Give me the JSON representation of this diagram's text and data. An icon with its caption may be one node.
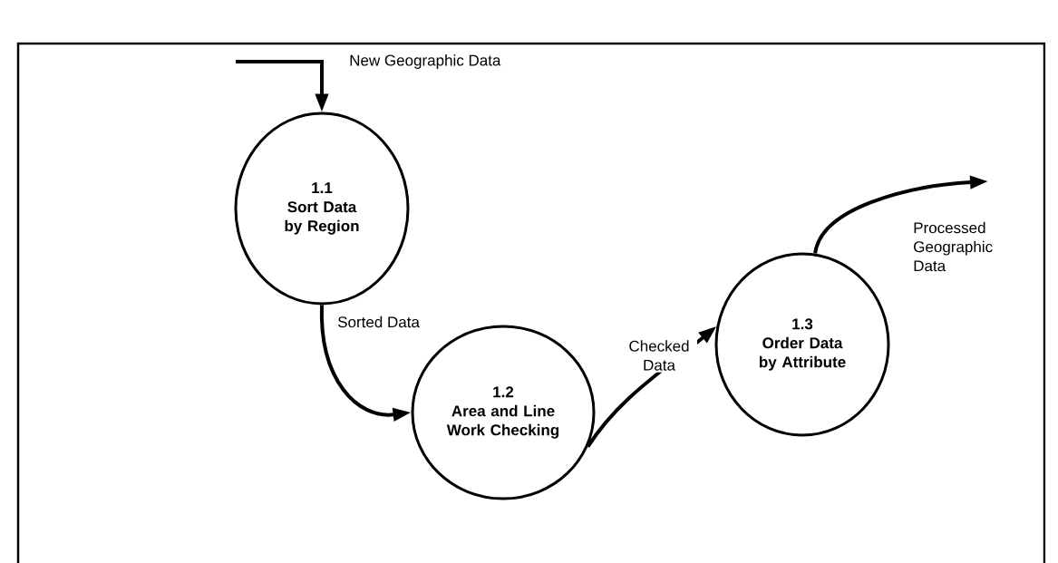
{
  "diagram": {
    "nodes": [
      {
        "text": [
          "1.1",
          "Sort Data by Region"
        ]
      },
      {
        "text": [
          "1.2",
          "Area and Line Work Checking"
        ]
      },
      {
        "text": [
          "1.3",
          "Order Data by Attribute"
        ]
      }
    ],
    "edges": [
      {
        "from": null,
        "to": 0,
        "arrow": "to",
        "label": "New Geographic Data"
      },
      {
        "from": 0,
        "to": 1,
        "arrow": "to",
        "label": "Sorted Data"
      },
      {
        "from": 1,
        "to": 2,
        "arrow": "to",
        "label": "Checked Data"
      },
      {
        "from": 2,
        "to": null,
        "arrow": "to",
        "label": "Processed Geographic Data"
      }
    ]
  }
}
